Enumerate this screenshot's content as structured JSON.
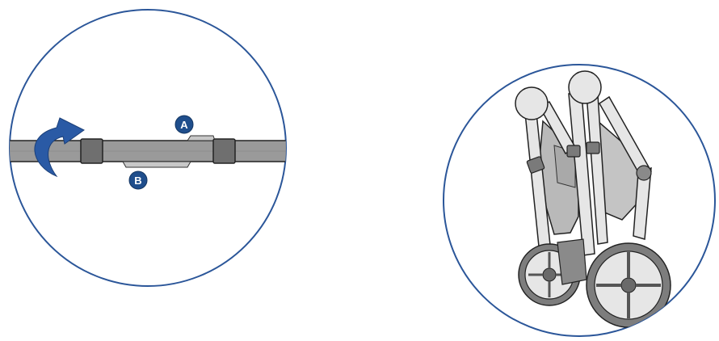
{
  "figure": {
    "callouts": [
      {
        "id": "a",
        "label": "A"
      },
      {
        "id": "b",
        "label": "B"
      }
    ],
    "colors": {
      "circle_outline": "#2b5699",
      "callout_fill": "#1f4e8c",
      "arrow": "#2a5aa5",
      "strap": "#9a9a9a",
      "strap_dark": "#6f6f6f",
      "frame_light": "#e6e6e6",
      "frame_stroke": "#222222",
      "seat_fabric": "#b9b9b9",
      "wheel_rubber": "#7d7d7d"
    },
    "icons": [
      "curved-arrow-icon",
      "folded-stroller-illustration",
      "strap-buckle-illustration"
    ]
  }
}
